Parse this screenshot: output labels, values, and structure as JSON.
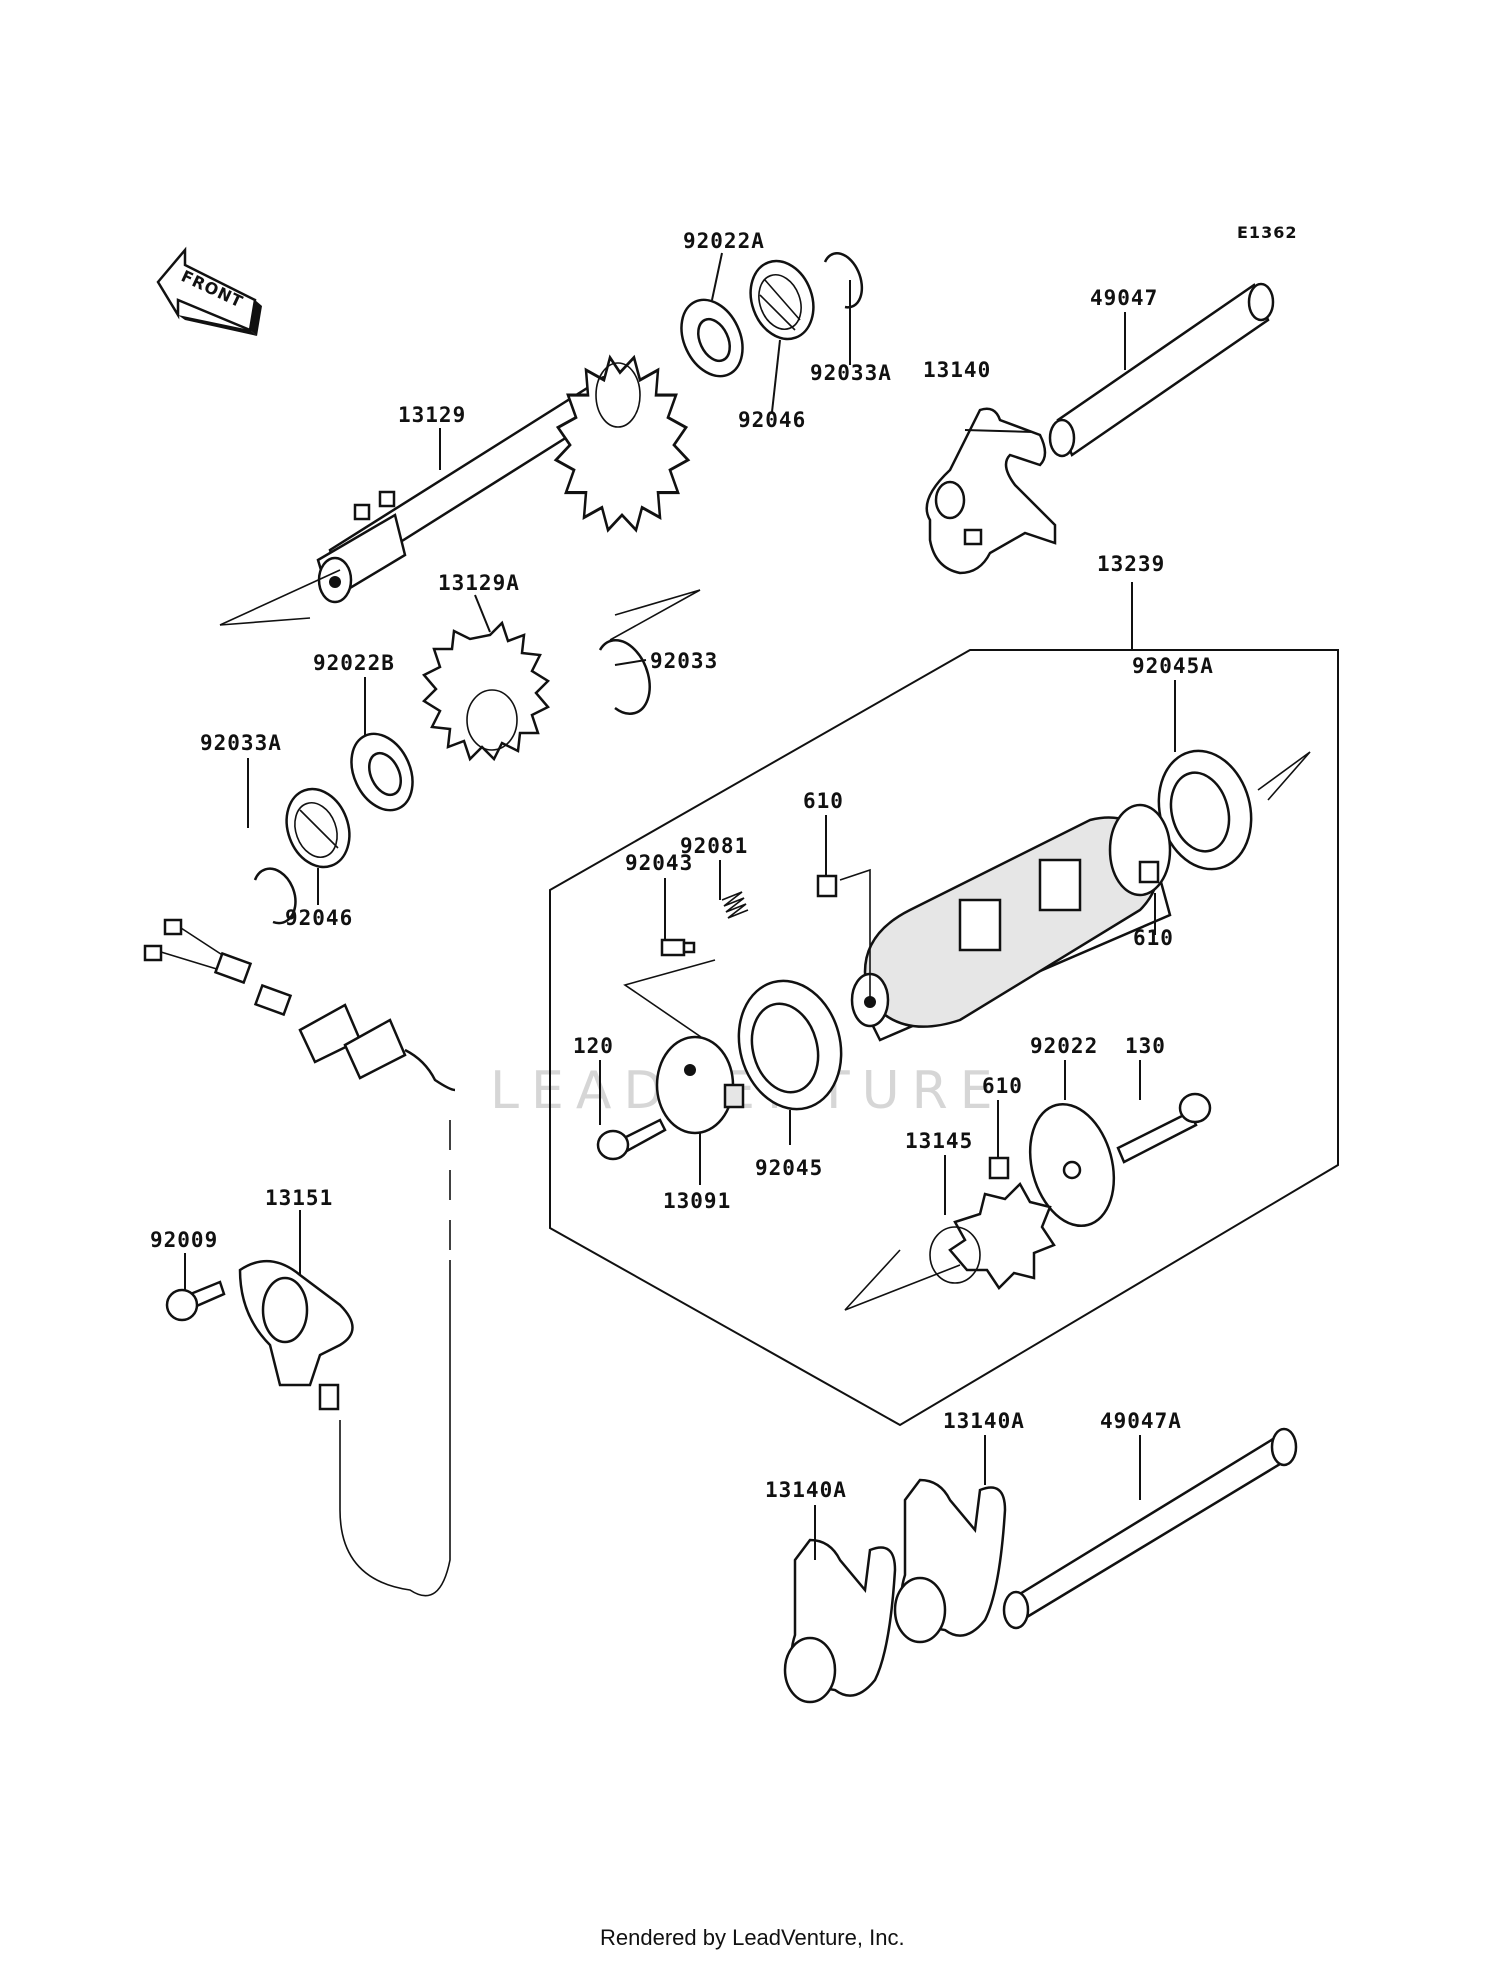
{
  "diagram_code": "E1362",
  "front_label": "FRONT",
  "watermark": "LEADVENTURE",
  "footer": "Rendered by LeadVenture, Inc.",
  "parts": [
    {
      "label": "92022A"
    },
    {
      "label": "49047"
    },
    {
      "label": "13140"
    },
    {
      "label": "92033A"
    },
    {
      "label": "92046"
    },
    {
      "label": "13129"
    },
    {
      "label": "13129A"
    },
    {
      "label": "13239"
    },
    {
      "label": "92033"
    },
    {
      "label": "92022B"
    },
    {
      "label": "92045A"
    },
    {
      "label": "92033A"
    },
    {
      "label": "610"
    },
    {
      "label": "92081"
    },
    {
      "label": "92043"
    },
    {
      "label": "610"
    },
    {
      "label": "92046"
    },
    {
      "label": "120"
    },
    {
      "label": "92022"
    },
    {
      "label": "130"
    },
    {
      "label": "610"
    },
    {
      "label": "13145"
    },
    {
      "label": "92045"
    },
    {
      "label": "13091"
    },
    {
      "label": "13151"
    },
    {
      "label": "92009"
    },
    {
      "label": "13140A"
    },
    {
      "label": "49047A"
    },
    {
      "label": "13140A"
    }
  ]
}
